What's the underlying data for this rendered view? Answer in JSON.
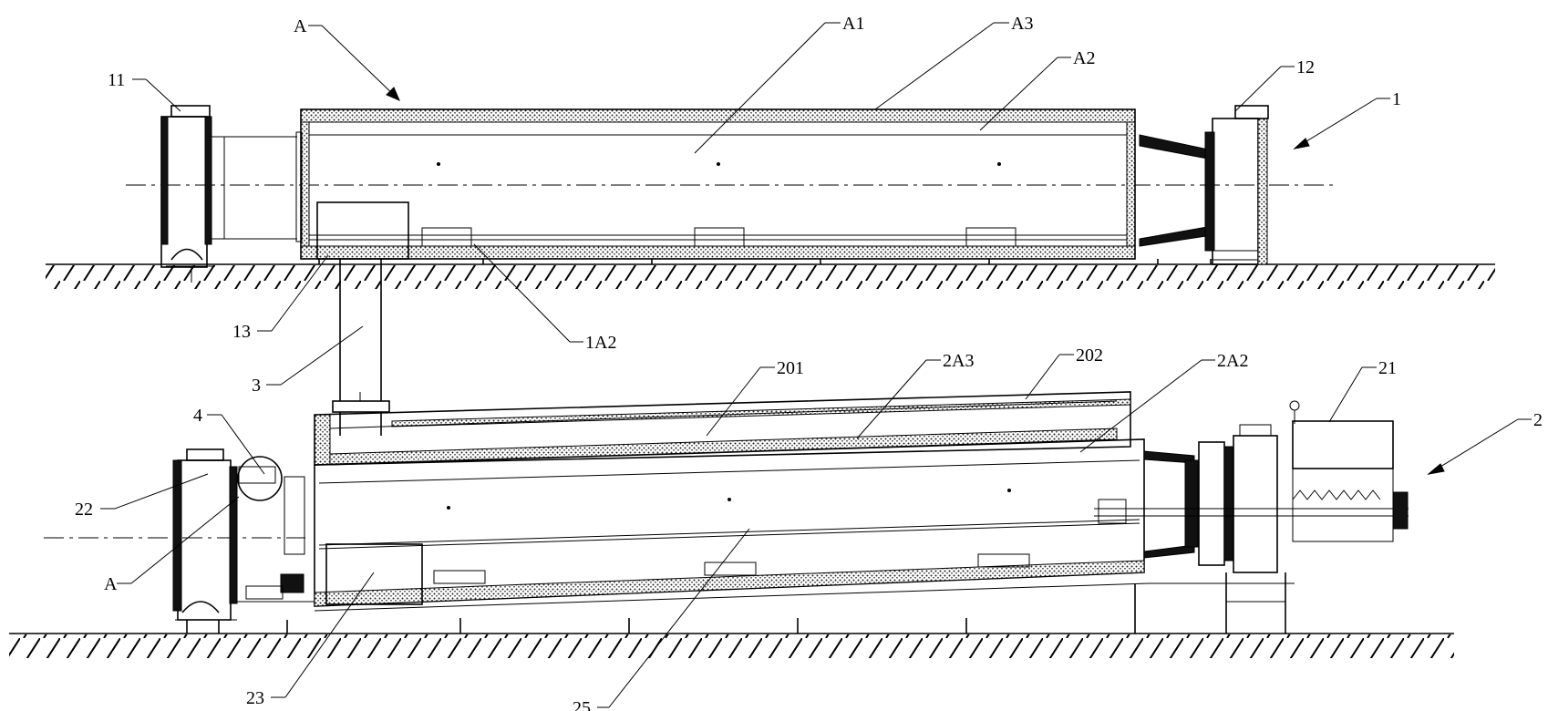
{
  "labels": {
    "A_top": "A",
    "A1": "A1",
    "A3": "A3",
    "A2": "A2",
    "n11": "11",
    "n12": "12",
    "n1": "1",
    "n13": "13",
    "n1A2": "1A2",
    "n3": "3",
    "n201": "201",
    "n2A3": "2A3",
    "n202": "202",
    "n2A2": "2A2",
    "n21": "21",
    "n2": "2",
    "n4": "4",
    "n22": "22",
    "A_bottom": "A",
    "n23": "23",
    "n25": "25"
  }
}
